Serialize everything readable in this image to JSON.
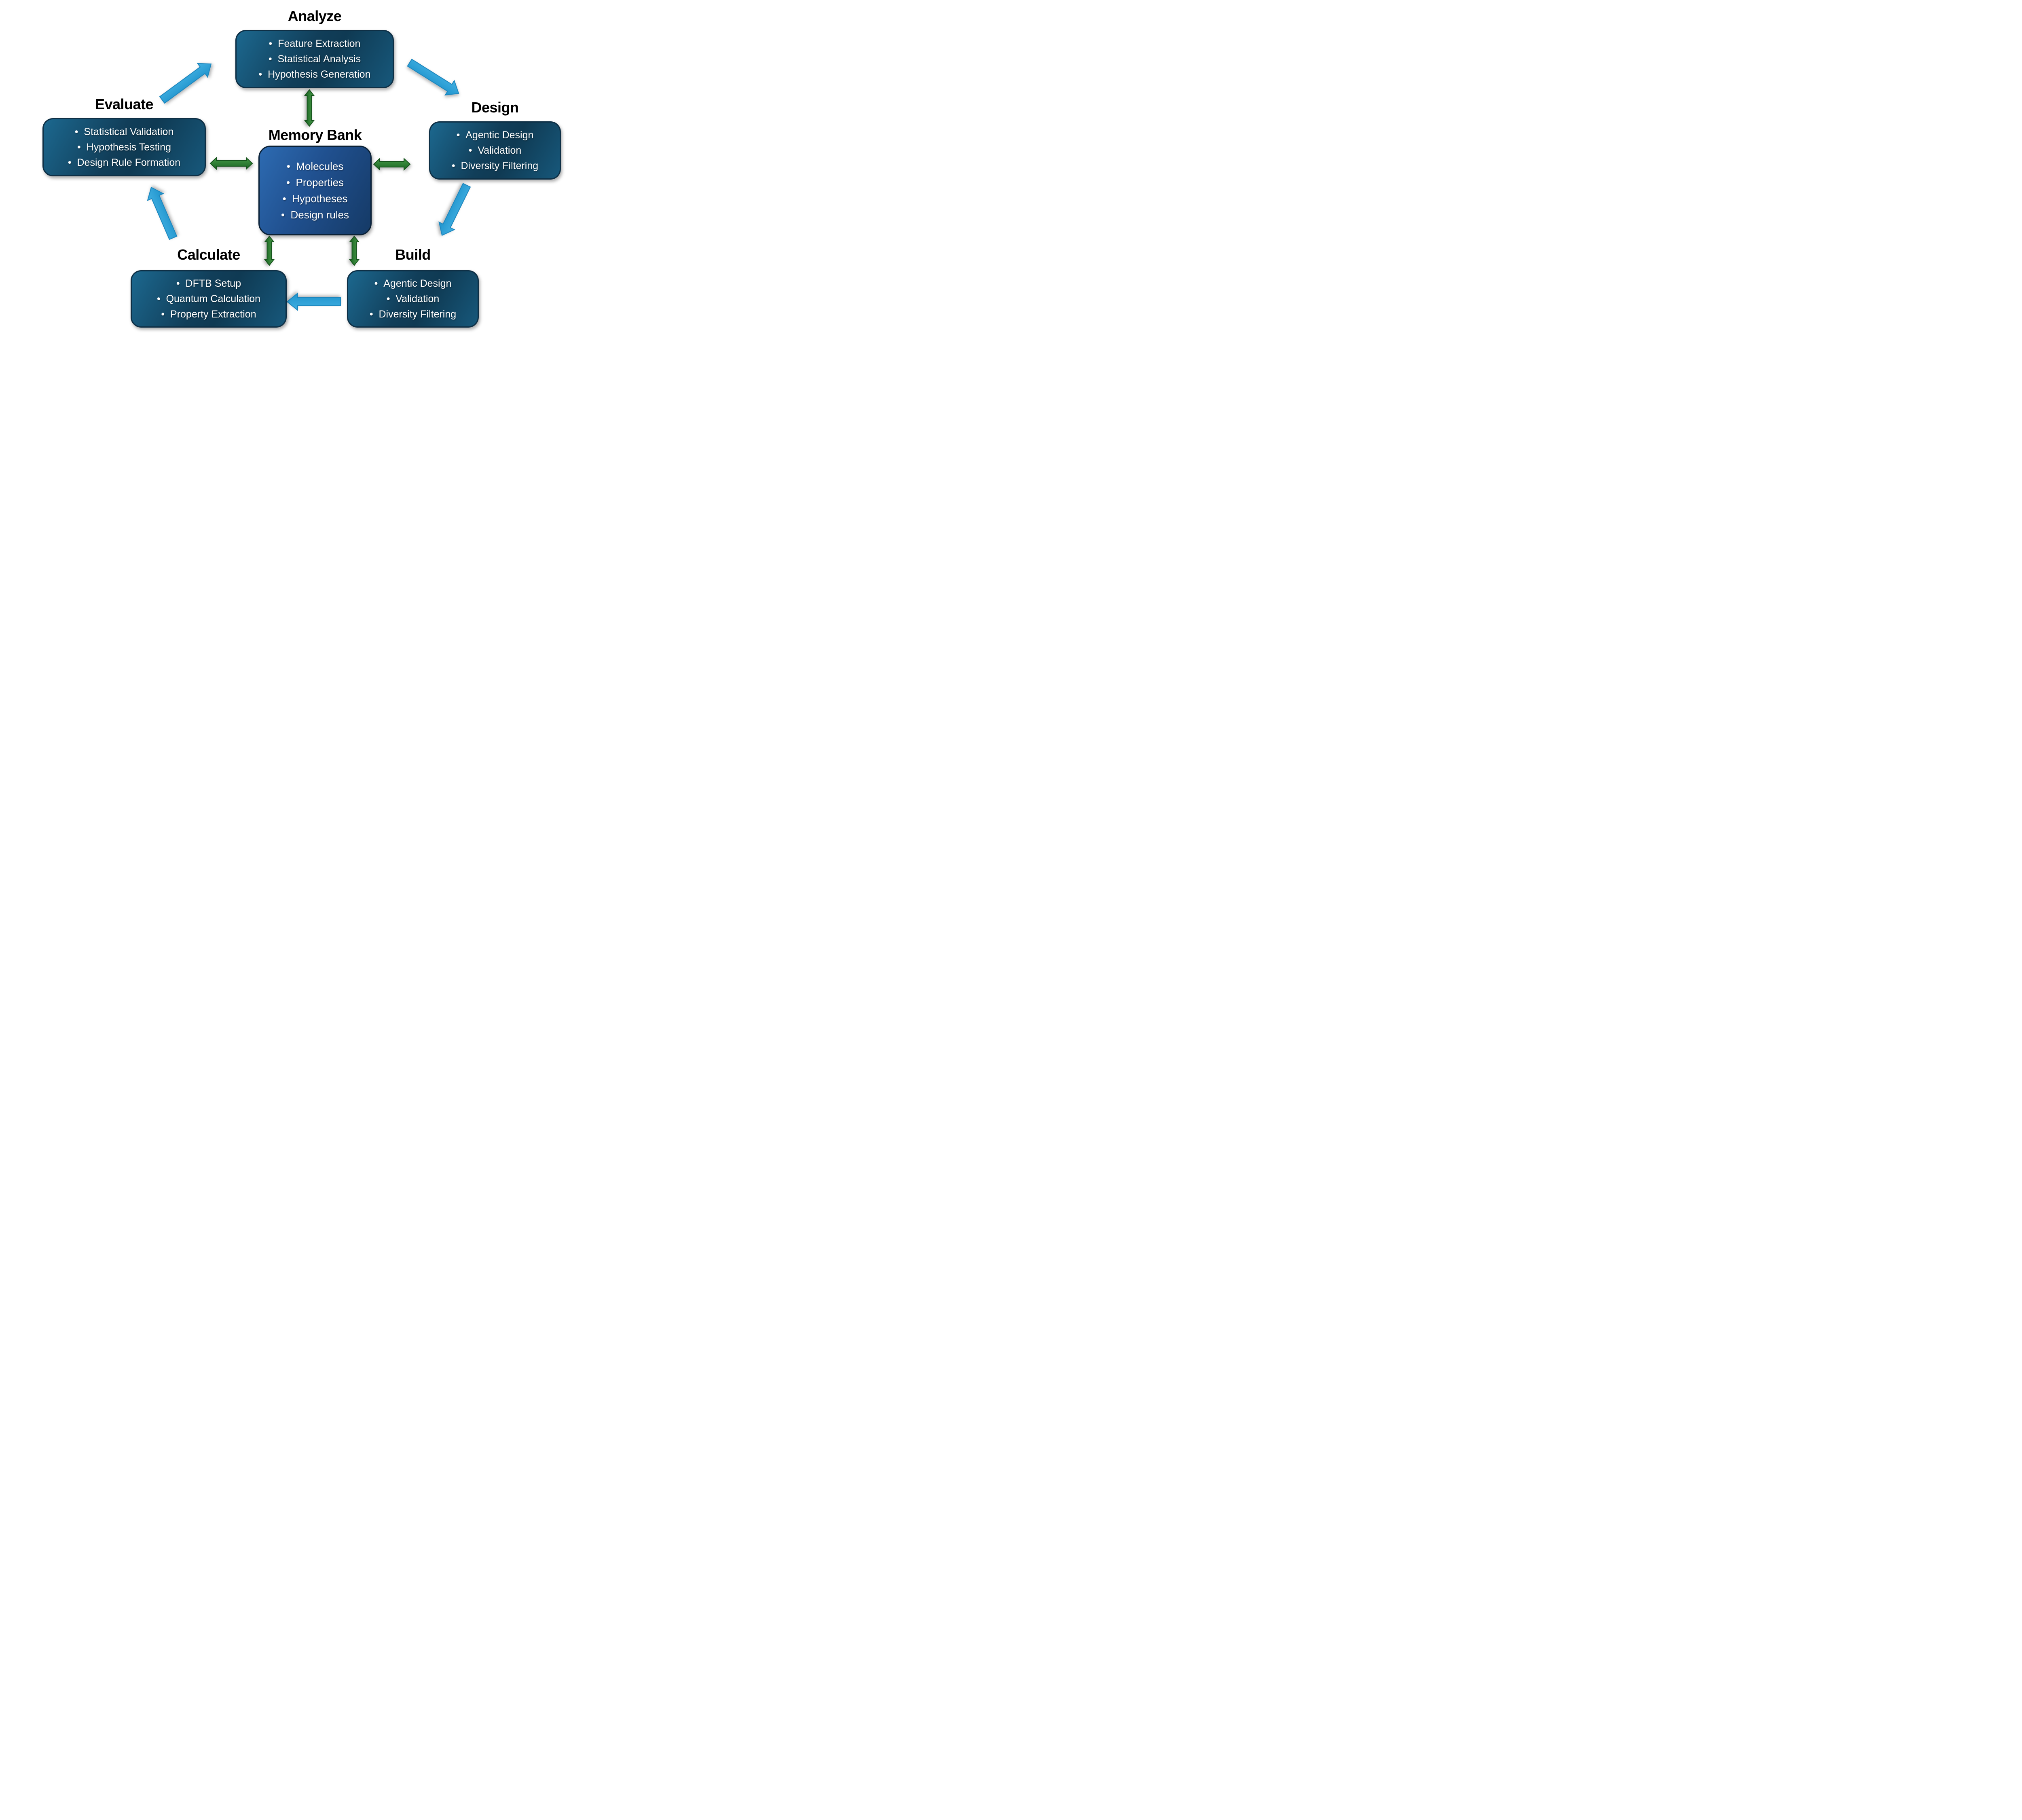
{
  "diagram": {
    "nodes": {
      "analyze": {
        "title": "Analyze",
        "items": [
          "Feature Extraction",
          "Statistical Analysis",
          "Hypothesis Generation"
        ]
      },
      "design": {
        "title": "Design",
        "items": [
          "Agentic Design",
          "Validation",
          "Diversity Filtering"
        ]
      },
      "build": {
        "title": "Build",
        "items": [
          "Agentic Design",
          "Validation",
          "Diversity Filtering"
        ]
      },
      "calculate": {
        "title": "Calculate",
        "items": [
          "DFTB Setup",
          "Quantum Calculation",
          "Property Extraction"
        ]
      },
      "evaluate": {
        "title": "Evaluate",
        "items": [
          "Statistical Validation",
          "Hypothesis Testing",
          "Design Rule Formation"
        ]
      },
      "memory": {
        "title": "Memory Bank",
        "items": [
          "Molecules",
          "Properties",
          "Hypotheses",
          "Design rules"
        ]
      }
    },
    "connections": {
      "cycle": [
        "evaluate-to-analyze",
        "analyze-to-design",
        "design-to-build",
        "build-to-calculate",
        "calculate-to-evaluate"
      ],
      "memory_links": [
        "memory-analyze",
        "memory-evaluate",
        "memory-design",
        "memory-calculate",
        "memory-build"
      ]
    },
    "colors": {
      "cycle_arrow": "#2aa3dc",
      "memory_arrow": "#2e7d32",
      "stage_box_gradient_start": "#1c688f",
      "stage_box_gradient_end": "#0f3a53",
      "memory_box_gradient_start": "#2d6bb2",
      "memory_box_gradient_end": "#153a66",
      "box_border": "#0e2f45",
      "title_text": "#000000",
      "item_text": "#ffffff",
      "background": "#ffffff"
    }
  }
}
